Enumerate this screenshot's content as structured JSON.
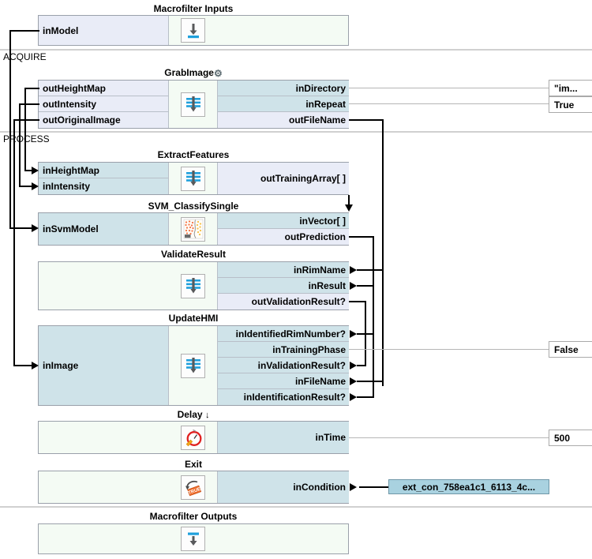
{
  "sections": [
    {
      "id": "acquire",
      "label": "ACQUIRE"
    },
    {
      "id": "process",
      "label": "PROCESS"
    }
  ],
  "blocks": [
    {
      "id": "macrofilter-inputs",
      "title": "Macrofilter Inputs",
      "icon": "macrofilter-input-icon",
      "left_ports": [
        {
          "name": "inModel",
          "kind": "out"
        }
      ],
      "right_ports": []
    },
    {
      "id": "grabimage",
      "title": "GrabImage",
      "has_gear": true,
      "icon": "filter-stack-icon",
      "left_ports": [
        {
          "name": "outHeightMap",
          "kind": "out"
        },
        {
          "name": "outIntensity",
          "kind": "out"
        },
        {
          "name": "outOriginalImage",
          "kind": "out"
        }
      ],
      "right_ports": [
        {
          "name": "inDirectory",
          "kind": "in"
        },
        {
          "name": "inRepeat",
          "kind": "in"
        },
        {
          "name": "outFileName",
          "kind": "out"
        }
      ]
    },
    {
      "id": "extractfeatures",
      "title": "ExtractFeatures",
      "icon": "filter-stack-icon",
      "left_ports": [
        {
          "name": "inHeightMap",
          "kind": "in"
        },
        {
          "name": "inIntensity",
          "kind": "in"
        }
      ],
      "right_ports": [
        {
          "name": "outTrainingArray[ ]",
          "kind": "out"
        }
      ]
    },
    {
      "id": "svm-classifysingle",
      "title": "SVM_ClassifySingle",
      "icon": "svm-icon",
      "left_ports": [
        {
          "name": "inSvmModel",
          "kind": "in"
        }
      ],
      "right_ports": [
        {
          "name": "inVector[ ]",
          "kind": "in"
        },
        {
          "name": "outPrediction",
          "kind": "out"
        }
      ]
    },
    {
      "id": "validateresult",
      "title": "ValidateResult",
      "icon": "filter-stack-icon",
      "left_ports": [],
      "right_ports": [
        {
          "name": "inRimName",
          "kind": "in"
        },
        {
          "name": "inResult",
          "kind": "in"
        },
        {
          "name": "outValidationResult?",
          "kind": "out"
        }
      ]
    },
    {
      "id": "updatehmi",
      "title": "UpdateHMI",
      "icon": "filter-stack-icon",
      "left_ports": [
        {
          "name": "inImage",
          "kind": "in"
        }
      ],
      "right_ports": [
        {
          "name": "inIdentifiedRimNumber?",
          "kind": "in"
        },
        {
          "name": "inTrainingPhase",
          "kind": "in"
        },
        {
          "name": "inValidationResult?",
          "kind": "in"
        },
        {
          "name": "inFileName",
          "kind": "in"
        },
        {
          "name": "inIdentificationResult?",
          "kind": "in"
        }
      ]
    },
    {
      "id": "delay",
      "title": "Delay",
      "has_down_marker": true,
      "icon": "stopwatch-icon",
      "left_ports": [],
      "right_ports": [
        {
          "name": "inTime",
          "kind": "in"
        }
      ]
    },
    {
      "id": "exit",
      "title": "Exit",
      "icon": "exit-true-icon",
      "left_ports": [],
      "right_ports": [
        {
          "name": "inCondition",
          "kind": "in"
        }
      ]
    },
    {
      "id": "macrofilter-outputs",
      "title": "Macrofilter Outputs",
      "icon": "macrofilter-output-icon",
      "left_ports": [],
      "right_ports": []
    }
  ],
  "values": [
    {
      "id": "directory-value",
      "text": "\"im..."
    },
    {
      "id": "repeat-value",
      "text": "True"
    },
    {
      "id": "trainingphase-value",
      "text": "False"
    },
    {
      "id": "time-value",
      "text": "500"
    }
  ],
  "ext_connection": {
    "id": "exit-condition-source",
    "text": "ext_con_758ea1c1_6113_4c..."
  },
  "glyphs": {
    "gear": "⚙",
    "down_arrow": "↓"
  },
  "colors": {
    "input_port": "#cfe3e9",
    "output_port": "#e9ecf7",
    "block_bg": "#f4fbf4",
    "block_border": "#9aa0aa",
    "divider": "#d0d0d0",
    "wire": "#000000",
    "thin_wire": "#b6b6b6",
    "ext_conn_bg": "#a9d2e0",
    "icon_blue": "#1fa0dc",
    "icon_arrow": "#58595b"
  }
}
